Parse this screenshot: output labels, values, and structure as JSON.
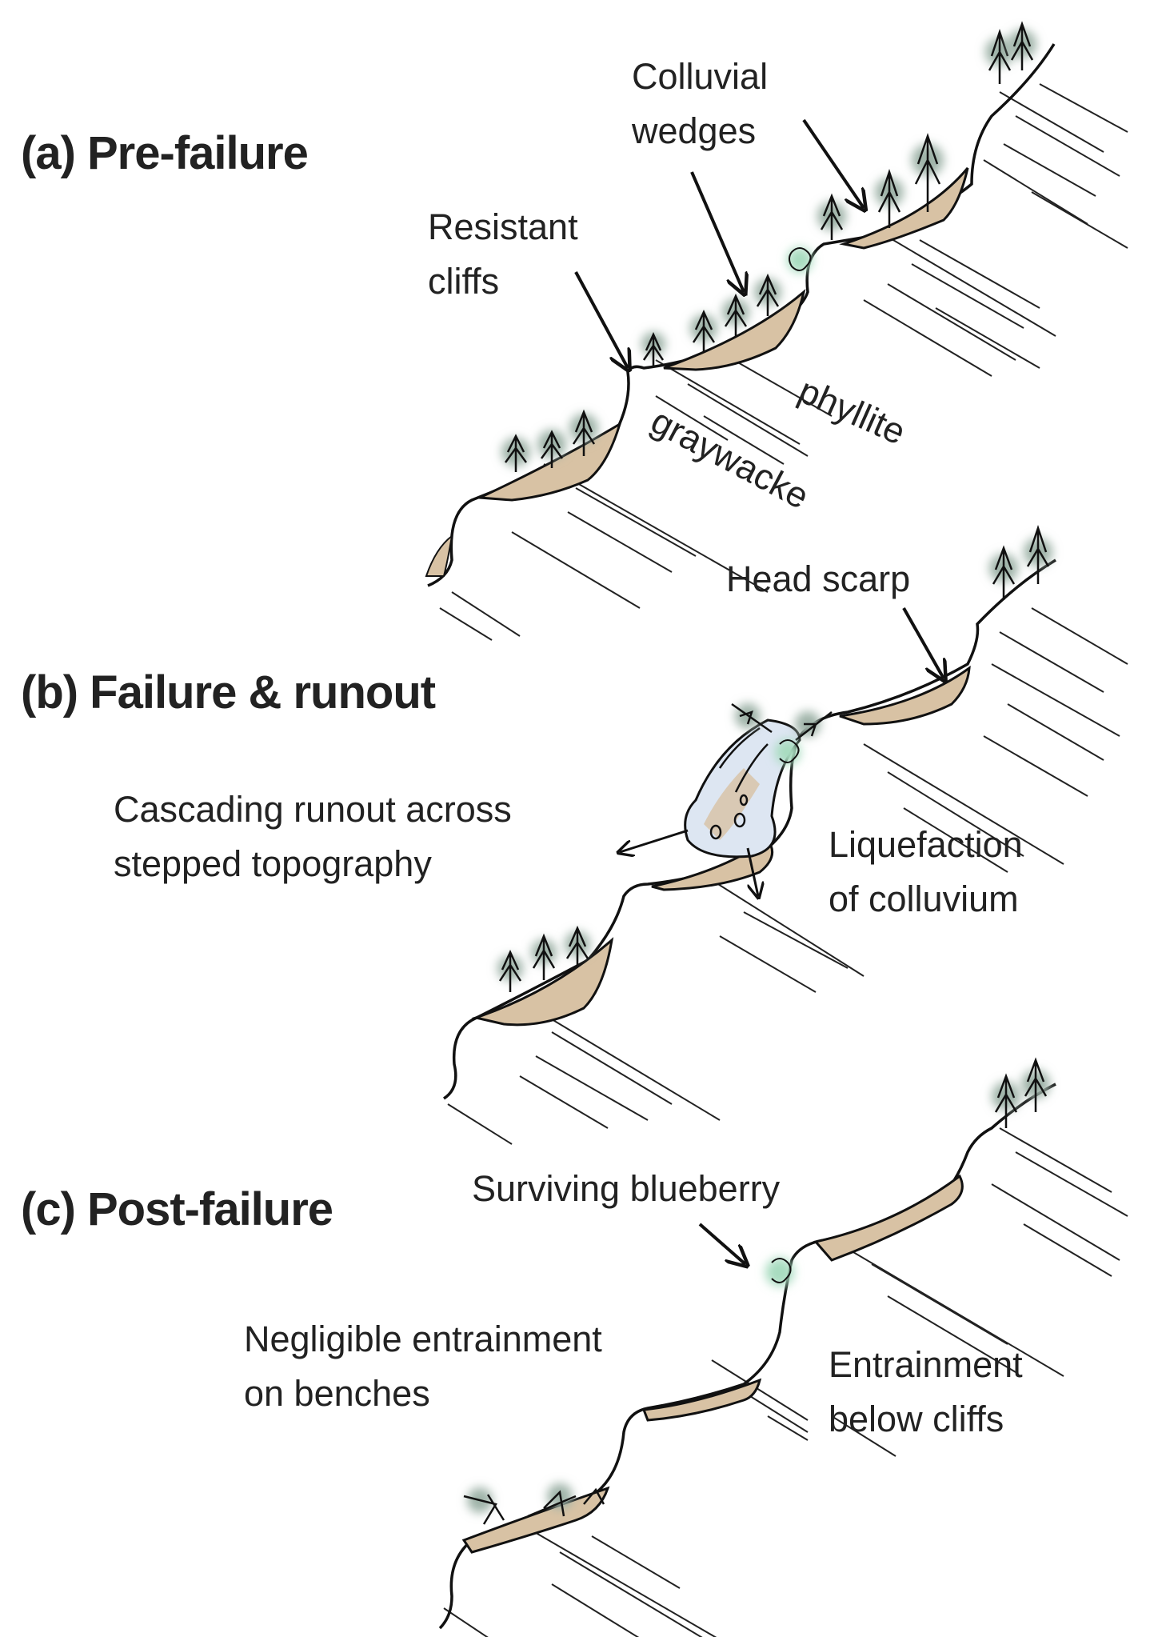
{
  "figure": {
    "colors": {
      "colluvium": "#d8c2a4",
      "ink": "#1a1a1a",
      "vegetation_glow": "#9fb3a8",
      "blueberry": "#a8dcc0",
      "runout": "#dde6f2",
      "text": "#222222"
    },
    "panels": [
      {
        "id": "a",
        "title": "(a) Pre-failure",
        "labels": [
          {
            "name": "resistant-cliffs",
            "text": "Resistant\ncliffs"
          },
          {
            "name": "colluvial-wedges",
            "text": "Colluvial\nwedges"
          }
        ],
        "rock_units": [
          "phyllite",
          "graywacke"
        ]
      },
      {
        "id": "b",
        "title": "(b) Failure & runout",
        "labels": [
          {
            "name": "head-scarp",
            "text": "Head scarp"
          },
          {
            "name": "cascading-runout",
            "text": "Cascading runout across\nstepped topography"
          },
          {
            "name": "liquefaction",
            "text": "Liquefaction\nof colluvium"
          }
        ]
      },
      {
        "id": "c",
        "title": "(c) Post-failure",
        "labels": [
          {
            "name": "surviving-blueberry",
            "text": "Surviving blueberry"
          },
          {
            "name": "negligible-entrainment",
            "text": "Negligible entrainment\non benches"
          },
          {
            "name": "entrainment-below-cliffs",
            "text": "Entrainment\nbelow cliffs"
          }
        ]
      }
    ]
  }
}
